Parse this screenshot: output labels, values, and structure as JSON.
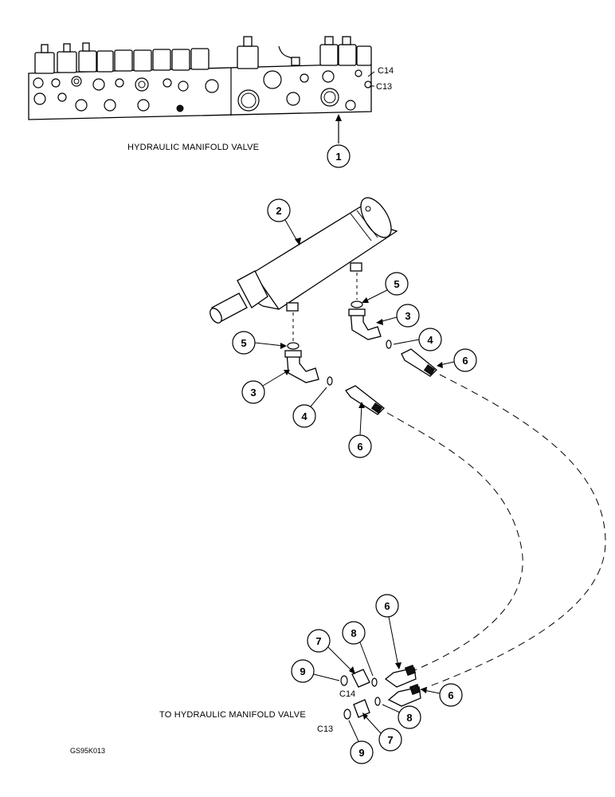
{
  "captions": {
    "top": "HYDRAULIC MANIFOLD VALVE",
    "bottom": "TO HYDRAULIC MANIFOLD VALVE",
    "figure_id": "GS95K013"
  },
  "ports": {
    "c14": "C14",
    "c13": "C13"
  },
  "callouts": [
    "1",
    "2",
    "3",
    "3",
    "4",
    "4",
    "5",
    "5",
    "6",
    "6",
    "6",
    "6",
    "7",
    "7",
    "8",
    "8",
    "9",
    "9"
  ]
}
